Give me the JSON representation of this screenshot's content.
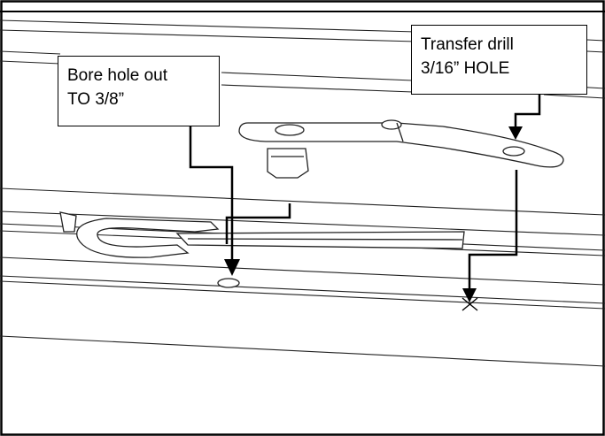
{
  "callouts": {
    "bore": {
      "line1": "Bore hole out",
      "line2": "TO 3/8”"
    },
    "transfer": {
      "line1": "Transfer drill",
      "line2": "3/16” HOLE"
    }
  },
  "colors": {
    "line": "#000000",
    "background": "#ffffff"
  }
}
